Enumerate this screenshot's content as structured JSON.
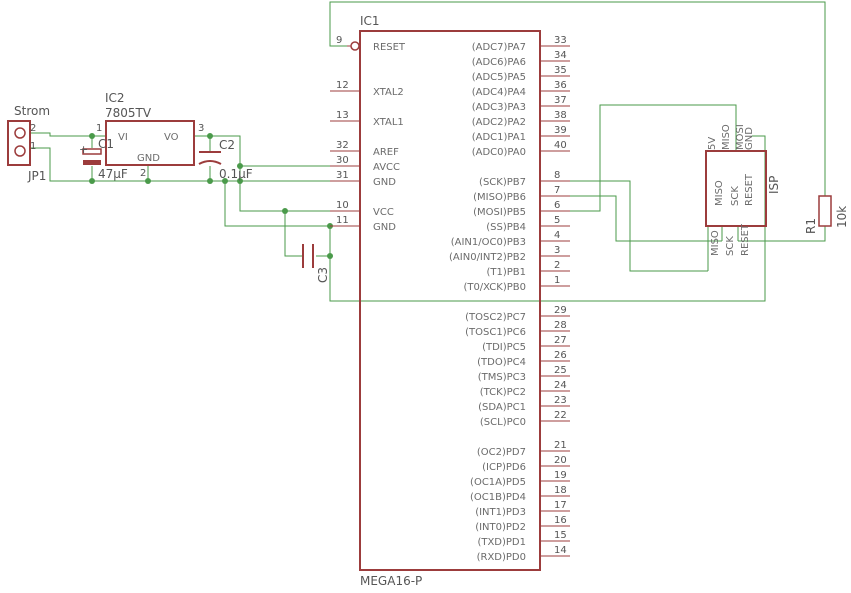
{
  "colors": {
    "wire": "#4a9a4a",
    "part": "#9c3c3c",
    "text": "#555555"
  },
  "ic1": {
    "ref": "IC1",
    "value": "MEGA16-P",
    "left_pins": [
      {
        "num": "9",
        "name": "RESET"
      },
      {
        "num": "12",
        "name": "XTAL2"
      },
      {
        "num": "13",
        "name": "XTAL1"
      },
      {
        "num": "32",
        "name": "AREF"
      },
      {
        "num": "30",
        "name": "AVCC"
      },
      {
        "num": "31",
        "name": "GND"
      },
      {
        "num": "10",
        "name": "VCC"
      },
      {
        "num": "11",
        "name": "GND"
      }
    ],
    "right_pins": [
      {
        "num": "33",
        "name": "(ADC7)PA7"
      },
      {
        "num": "34",
        "name": "(ADC6)PA6"
      },
      {
        "num": "35",
        "name": "(ADC5)PA5"
      },
      {
        "num": "36",
        "name": "(ADC4)PA4"
      },
      {
        "num": "37",
        "name": "(ADC3)PA3"
      },
      {
        "num": "38",
        "name": "(ADC2)PA2"
      },
      {
        "num": "39",
        "name": "(ADC1)PA1"
      },
      {
        "num": "40",
        "name": "(ADC0)PA0"
      },
      {
        "num": "8",
        "name": "(SCK)PB7"
      },
      {
        "num": "7",
        "name": "(MISO)PB6"
      },
      {
        "num": "6",
        "name": "(MOSI)PB5"
      },
      {
        "num": "5",
        "name": "(SS)PB4"
      },
      {
        "num": "4",
        "name": "(AIN1/OC0)PB3"
      },
      {
        "num": "3",
        "name": "(AIN0/INT2)PB2"
      },
      {
        "num": "2",
        "name": "(T1)PB1"
      },
      {
        "num": "1",
        "name": "(T0/XCK)PB0"
      },
      {
        "num": "29",
        "name": "(TOSC2)PC7"
      },
      {
        "num": "28",
        "name": "(TOSC1)PC6"
      },
      {
        "num": "27",
        "name": "(TDI)PC5"
      },
      {
        "num": "26",
        "name": "(TDO)PC4"
      },
      {
        "num": "25",
        "name": "(TMS)PC3"
      },
      {
        "num": "24",
        "name": "(TCK)PC2"
      },
      {
        "num": "23",
        "name": "(SDA)PC1"
      },
      {
        "num": "22",
        "name": "(SCL)PC0"
      },
      {
        "num": "21",
        "name": "(OC2)PD7"
      },
      {
        "num": "20",
        "name": "(ICP)PD6"
      },
      {
        "num": "19",
        "name": "(OC1A)PD5"
      },
      {
        "num": "18",
        "name": "(OC1B)PD4"
      },
      {
        "num": "17",
        "name": "(INT1)PD3"
      },
      {
        "num": "16",
        "name": "(INT0)PD2"
      },
      {
        "num": "15",
        "name": "(TXD)PD1"
      },
      {
        "num": "14",
        "name": "(RXD)PD0"
      }
    ]
  },
  "ic2": {
    "ref": "IC2",
    "value": "7805TV",
    "pin_vi": "VI",
    "pin_vo": "VO",
    "pin_gnd": "GND",
    "num_in": "1",
    "num_out": "3",
    "num_gnd": "2"
  },
  "jp1": {
    "ref": "JP1",
    "label": "Strom",
    "pin1": "1",
    "pin2": "2"
  },
  "c1": {
    "ref": "C1",
    "value": "47µF"
  },
  "c2": {
    "ref": "C2",
    "value": "0.1µF"
  },
  "c3": {
    "ref": "C3"
  },
  "r1": {
    "ref": "R1",
    "value": "10k"
  },
  "isp": {
    "ref": "ISP",
    "top_labels": [
      "5V",
      "MISO",
      "MOSI",
      "GND"
    ],
    "inner_labels": [
      "MISO",
      "SCK",
      "RESET"
    ],
    "bottom_labels": [
      "MISO",
      "SCK",
      "RESET"
    ]
  }
}
